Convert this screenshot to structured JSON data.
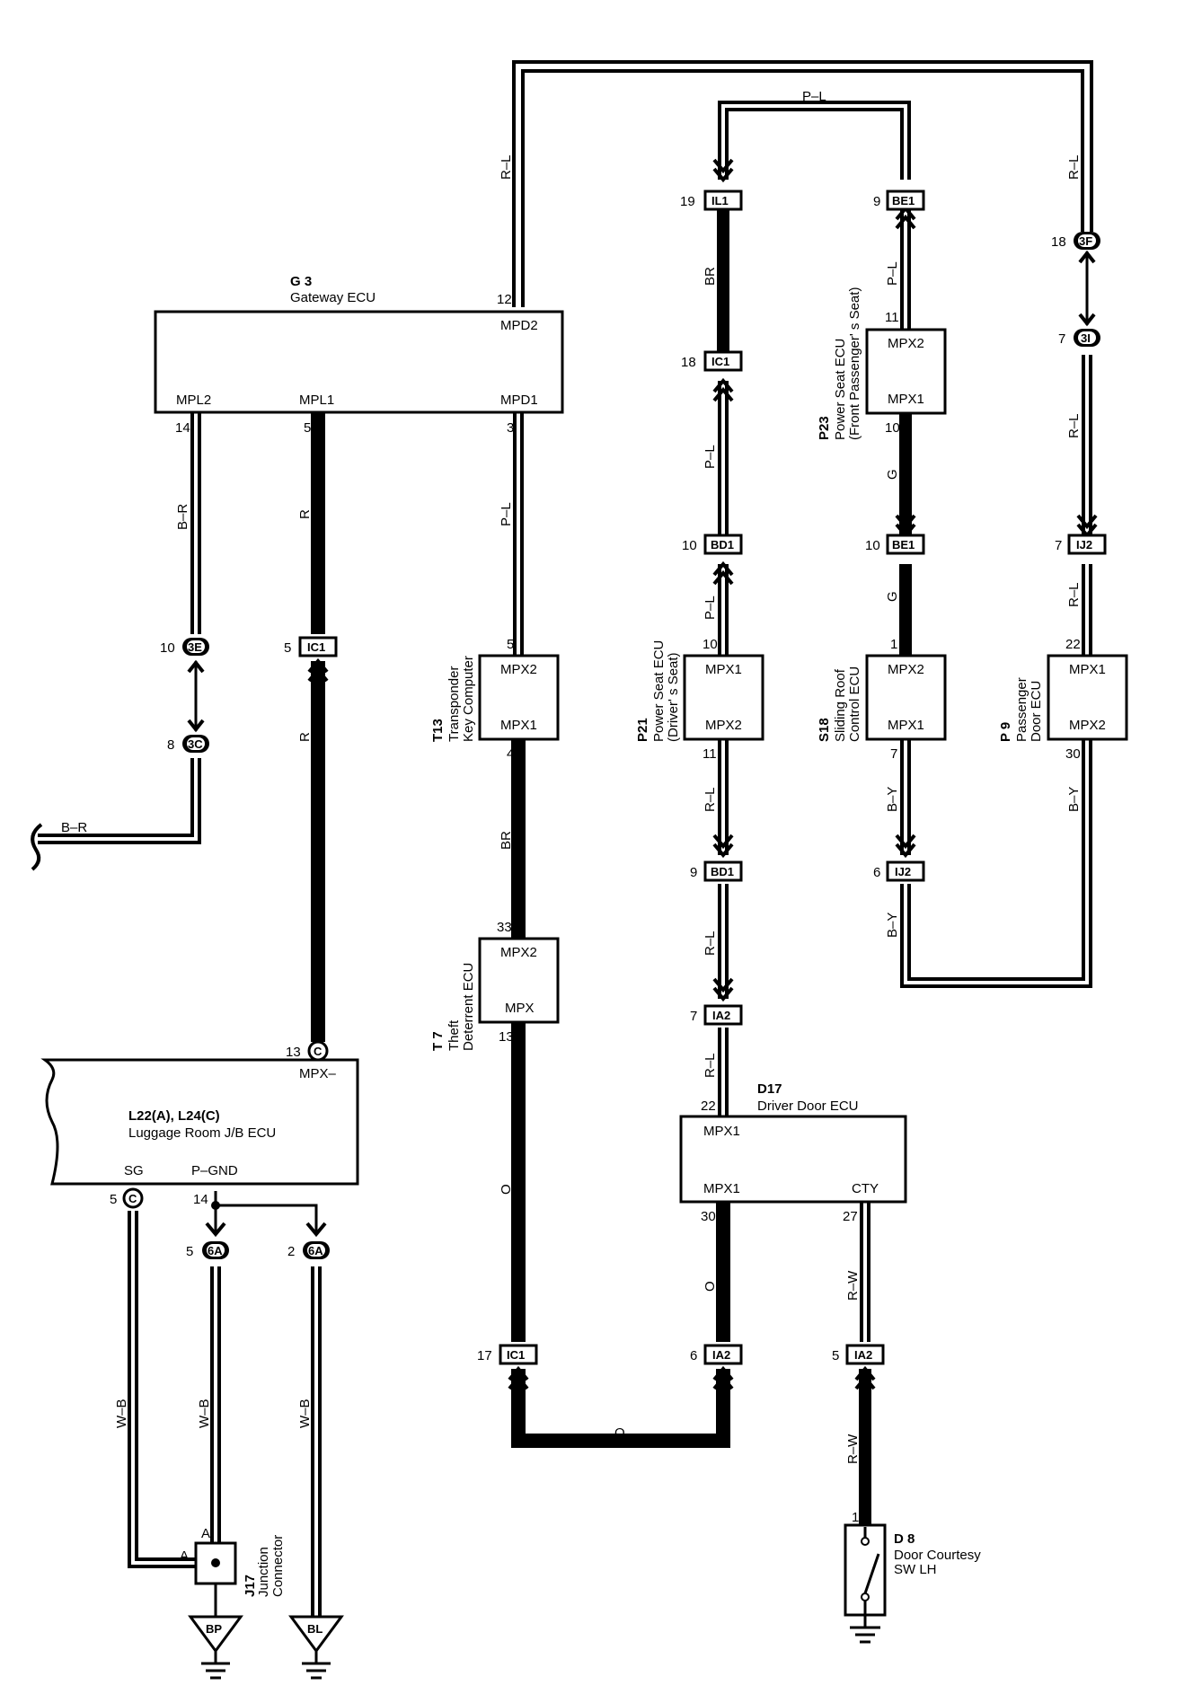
{
  "components": {
    "g3": {
      "id": "G 3",
      "name": "Gateway ECU",
      "pins": {
        "mpd2": "MPD2",
        "mpl2": "MPL2",
        "mpl1": "MPL1",
        "mpd1": "MPD1"
      },
      "pin_numbers": {
        "mpd2": "12",
        "mpl2": "14",
        "mpl1": "5",
        "mpd1": "3"
      }
    },
    "t13": {
      "id": "T13",
      "name_line1": "Transponder",
      "name_line2": "Key Computer",
      "pins": {
        "top": "MPX2",
        "bottom": "MPX1"
      },
      "pin_numbers": {
        "top": "5",
        "bottom": "4"
      }
    },
    "t7": {
      "id": "T 7",
      "name_line1": "Theft",
      "name_line2": "Deterrent ECU",
      "pins": {
        "top": "MPX2",
        "bottom": "MPX"
      },
      "pin_numbers": {
        "top": "33",
        "bottom": "13"
      }
    },
    "p21": {
      "id": "P21",
      "name_line1": "Power Seat ECU",
      "name_line2": "(Driver' s Seat)",
      "pins": {
        "top": "MPX1",
        "bottom": "MPX2"
      },
      "pin_numbers": {
        "top": "10",
        "bottom": "11"
      }
    },
    "p23": {
      "id": "P23",
      "name_line1": "Power Seat ECU",
      "name_line2": "(Front Passenger' s Seat)",
      "pins": {
        "top": "MPX2",
        "bottom": "MPX1"
      },
      "pin_numbers": {
        "top": "11",
        "bottom": "10"
      }
    },
    "s18": {
      "id": "S18",
      "name_line1": "Sliding Roof",
      "name_line2": "Control ECU",
      "pins": {
        "top": "MPX2",
        "bottom": "MPX1"
      },
      "pin_numbers": {
        "top": "1",
        "bottom": "7"
      }
    },
    "p9": {
      "id": "P 9",
      "name_line1": "Passenger",
      "name_line2": "Door ECU",
      "pins": {
        "top": "MPX1",
        "bottom": "MPX2"
      },
      "pin_numbers": {
        "top": "22",
        "bottom": "30"
      }
    },
    "d17": {
      "id": "D17",
      "name": "Driver Door ECU",
      "pins": {
        "top": "MPX1",
        "bottom_left": "MPX1",
        "bottom_right": "CTY"
      },
      "pin_numbers": {
        "top": "22",
        "bottom_left": "30",
        "bottom_right": "27"
      }
    },
    "l22": {
      "id": "L22(A), L24(C)",
      "name": "Luggage Room J/B ECU",
      "pins": {
        "mpx": "MPX–",
        "sg": "SG",
        "pgnd": "P–GND"
      },
      "pin_numbers": {
        "mpx": "13",
        "sg": "5",
        "pgnd": "14"
      },
      "pin_connectors": {
        "mpx": "C",
        "sg": "C"
      }
    },
    "j17": {
      "id": "J17",
      "name_line1": "Junction",
      "name_line2": "Connector",
      "pin_a_top": "A",
      "pin_a_left": "A"
    },
    "d8": {
      "id": "D 8",
      "name_line1": "Door Courtesy",
      "name_line2": "SW LH",
      "pin_number": "1"
    }
  },
  "connectors": [
    {
      "ref": "c_il1",
      "label": "IL1",
      "pin": "19"
    },
    {
      "ref": "c_be1_top",
      "label": "BE1",
      "pin": "9"
    },
    {
      "ref": "c_ic1_mid",
      "label": "IC1",
      "pin": "18"
    },
    {
      "ref": "c_bd1_top",
      "label": "BD1",
      "pin": "10"
    },
    {
      "ref": "c_be1_mid",
      "label": "BE1",
      "pin": "10"
    },
    {
      "ref": "c_ij2_top",
      "label": "IJ2",
      "pin": "7"
    },
    {
      "ref": "c_ic1_left",
      "label": "IC1",
      "pin": "5"
    },
    {
      "ref": "c_bd1_low",
      "label": "BD1",
      "pin": "9"
    },
    {
      "ref": "c_ij2_low",
      "label": "IJ2",
      "pin": "6"
    },
    {
      "ref": "c_ia2_top",
      "label": "IA2",
      "pin": "7"
    },
    {
      "ref": "c_ic1_bot",
      "label": "IC1",
      "pin": "17"
    },
    {
      "ref": "c_ia2_bot",
      "label": "IA2",
      "pin": "6"
    },
    {
      "ref": "c_ia2_sw",
      "label": "IA2",
      "pin": "5"
    }
  ],
  "junctions": [
    {
      "ref": "j_3e",
      "label": "3E",
      "pin": "10"
    },
    {
      "ref": "j_3c",
      "label": "3C",
      "pin": "8"
    },
    {
      "ref": "j_3f",
      "label": "3F",
      "pin": "18"
    },
    {
      "ref": "j_3i",
      "label": "3I",
      "pin": "7"
    },
    {
      "ref": "j_6a_l",
      "label": "6A",
      "pin": "5"
    },
    {
      "ref": "j_6a_r",
      "label": "6A",
      "pin": "2"
    }
  ],
  "grounds": [
    {
      "ref": "g_bp",
      "label": "BP"
    },
    {
      "ref": "g_bl",
      "label": "BL"
    }
  ],
  "wire_colors": {
    "top_loop_left": "R–L",
    "top_loop_right": "R–L",
    "p_l_top": "P–L",
    "br_il1": "BR",
    "p_l_p23": "P–L",
    "p_l_ic1": "P–L",
    "r_l_3i": "R–L",
    "g_p23": "G",
    "g_s18": "G",
    "r_l_p9": "R–L",
    "p_l_p21": "P–L",
    "b_r": "B–R",
    "r_mpl1": "R",
    "p_l_mpd1": "P–L",
    "r_ic1": "R",
    "b_r_lower": "B–R",
    "r_l_bd1": "R–L",
    "b_y_s18": "B–Y",
    "b_y_p9": "B–Y",
    "br_t13": "BR",
    "r_l_ia2a": "R–L",
    "b_y_lower": "B–Y",
    "r_l_ia2b": "R–L",
    "o_t7": "O",
    "o_d17": "O",
    "r_w_upper": "R–W",
    "o_bottom": "O",
    "r_w_lower": "R–W",
    "w_b_1": "W–B",
    "w_b_2": "W–B",
    "w_b_3": "W–B"
  }
}
